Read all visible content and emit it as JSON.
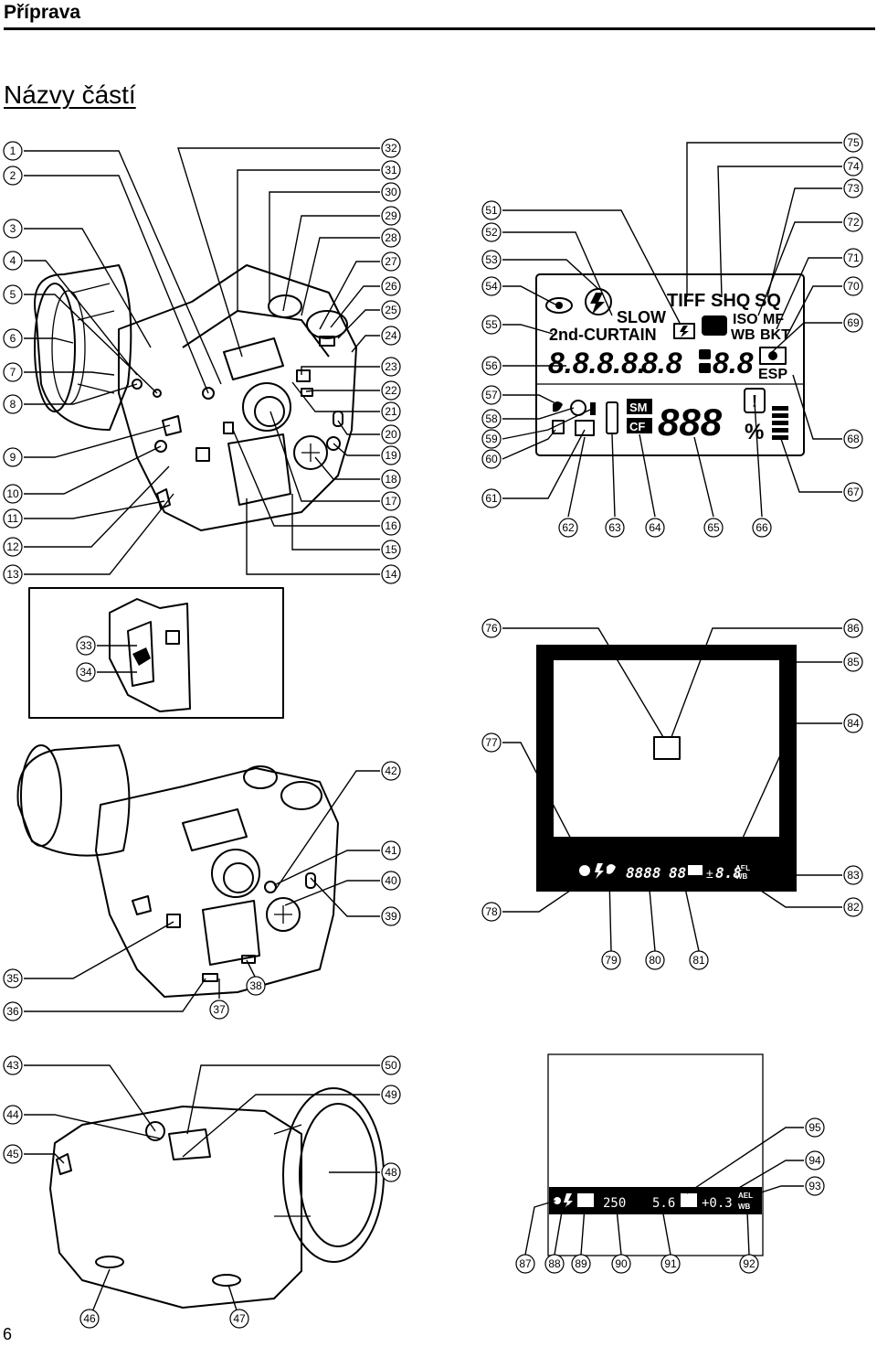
{
  "header": {
    "title": "Příprava"
  },
  "section": {
    "title": "Názvy částí"
  },
  "page_number": "6",
  "lcd_panel": {
    "tiff": "TIFF",
    "shq": "SHQ",
    "sq": "SQ",
    "slow": "SLOW",
    "iso": "ISO",
    "mf": "MF",
    "second_curtain": "2nd-CURTAIN",
    "wb": "WB",
    "bkt": "BKT",
    "segments_main": "8.8.8.8.",
    "segments_aperture": "8.8",
    "segments_exp": "8.8",
    "esp": "ESP",
    "sm": "SM",
    "cf": "CF",
    "segments_frames": "888",
    "percent": "%"
  },
  "viewfinder": {
    "segments_shutter": "8888",
    "segments_aperture": "88",
    "plus_minus": "±",
    "segments_exp": "8.8",
    "ael": "AEL",
    "wb": "WB"
  },
  "monitor": {
    "shutter": "250",
    "aperture": "5.6",
    "exposure": "+0.3",
    "ael": "AEL",
    "wb": "WB"
  },
  "callouts": {
    "c1": "1",
    "c2": "2",
    "c3": "3",
    "c4": "4",
    "c5": "5",
    "c6": "6",
    "c7": "7",
    "c8": "8",
    "c9": "9",
    "c10": "10",
    "c11": "11",
    "c12": "12",
    "c13": "13",
    "c14": "14",
    "c15": "15",
    "c16": "16",
    "c17": "17",
    "c18": "18",
    "c19": "19",
    "c20": "20",
    "c21": "21",
    "c22": "22",
    "c23": "23",
    "c24": "24",
    "c25": "25",
    "c26": "26",
    "c27": "27",
    "c28": "28",
    "c29": "29",
    "c30": "30",
    "c31": "31",
    "c32": "32",
    "c33": "33",
    "c34": "34",
    "c35": "35",
    "c36": "36",
    "c37": "37",
    "c38": "38",
    "c39": "39",
    "c40": "40",
    "c41": "41",
    "c42": "42",
    "c43": "43",
    "c44": "44",
    "c45": "45",
    "c46": "46",
    "c47": "47",
    "c48": "48",
    "c49": "49",
    "c50": "50",
    "c51": "51",
    "c52": "52",
    "c53": "53",
    "c54": "54",
    "c55": "55",
    "c56": "56",
    "c57": "57",
    "c58": "58",
    "c59": "59",
    "c60": "60",
    "c61": "61",
    "c62": "62",
    "c63": "63",
    "c64": "64",
    "c65": "65",
    "c66": "66",
    "c67": "67",
    "c68": "68",
    "c69": "69",
    "c70": "70",
    "c71": "71",
    "c72": "72",
    "c73": "73",
    "c74": "74",
    "c75": "75",
    "c76": "76",
    "c77": "77",
    "c78": "78",
    "c79": "79",
    "c80": "80",
    "c81": "81",
    "c82": "82",
    "c83": "83",
    "c84": "84",
    "c85": "85",
    "c86": "86",
    "c87": "87",
    "c88": "88",
    "c89": "89",
    "c90": "90",
    "c91": "91",
    "c92": "92",
    "c93": "93",
    "c94": "94",
    "c95": "95"
  }
}
